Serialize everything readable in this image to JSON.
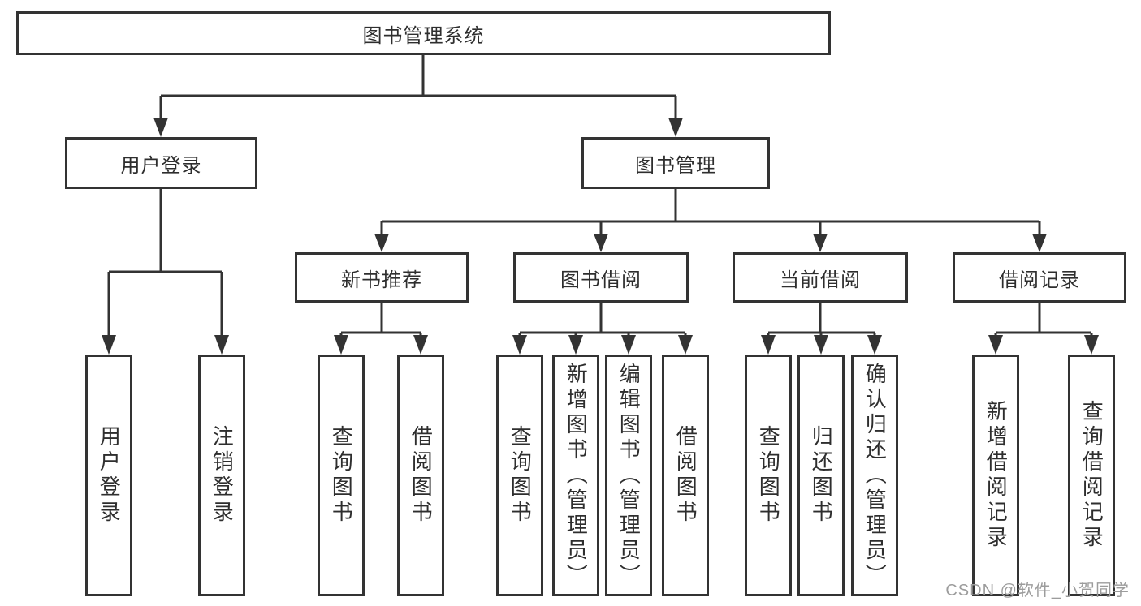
{
  "diagram": {
    "title": "图书管理系统",
    "root": {
      "label": "图书管理系统"
    },
    "level2": [
      {
        "label": "用户登录"
      },
      {
        "label": "图书管理"
      }
    ],
    "level3": [
      {
        "label": "新书推荐",
        "parent": "图书管理"
      },
      {
        "label": "图书借阅",
        "parent": "图书管理"
      },
      {
        "label": "当前借阅",
        "parent": "图书管理"
      },
      {
        "label": "借阅记录",
        "parent": "图书管理"
      }
    ],
    "leaves": [
      {
        "label": "用户登录",
        "parent": "用户登录"
      },
      {
        "label": "注销登录",
        "parent": "用户登录"
      },
      {
        "label": "查询图书",
        "parent": "新书推荐"
      },
      {
        "label": "借阅图书",
        "parent": "新书推荐"
      },
      {
        "label": "查询图书",
        "parent": "图书借阅"
      },
      {
        "label": "新增图书（管理员）",
        "parent": "图书借阅"
      },
      {
        "label": "编辑图书（管理员）",
        "parent": "图书借阅"
      },
      {
        "label": "借阅图书",
        "parent": "图书借阅"
      },
      {
        "label": "查询图书",
        "parent": "当前借阅"
      },
      {
        "label": "归还图书",
        "parent": "当前借阅"
      },
      {
        "label": "确认归还（管理员）",
        "parent": "当前借阅"
      },
      {
        "label": "新增借阅记录",
        "parent": "借阅记录"
      },
      {
        "label": "查询借阅记录",
        "parent": "借阅记录"
      }
    ],
    "colors": {
      "line": "#333333",
      "text": "#2e2e2e",
      "box_background": "#ffffff"
    }
  },
  "watermark": {
    "text": "CSDN @软件_小贺同学",
    "color": "#9c9c9c"
  }
}
